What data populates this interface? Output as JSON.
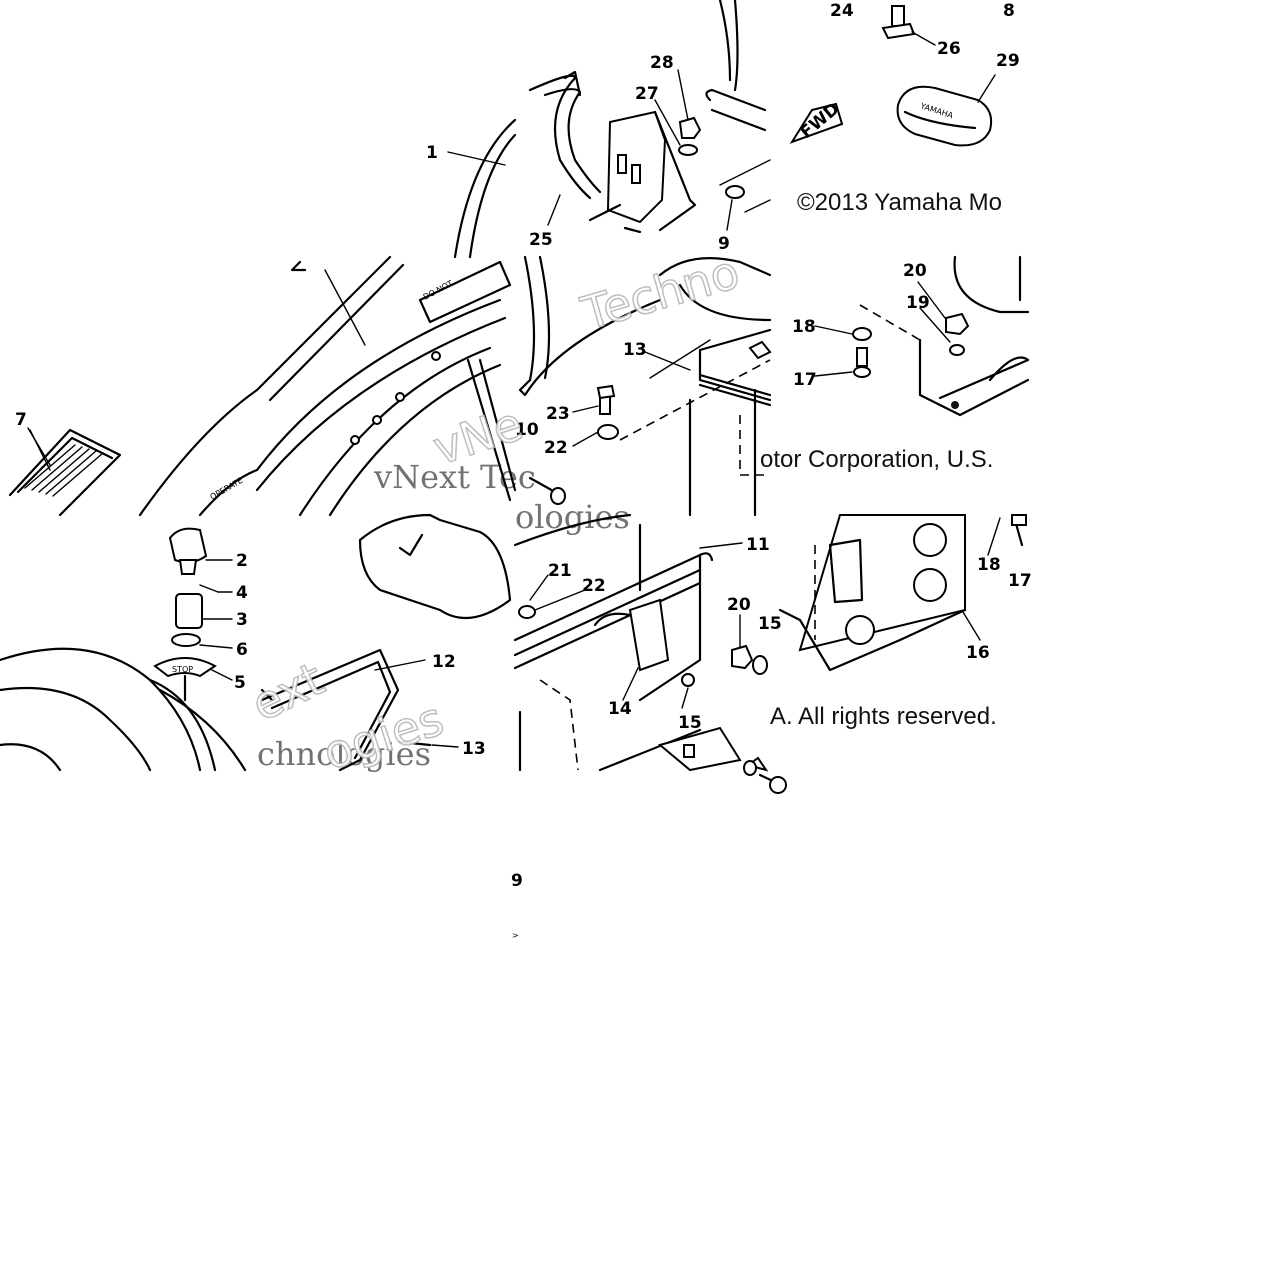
{
  "diagram": {
    "callouts": {
      "c24": "24",
      "c8": "8",
      "c26": "26",
      "c29": "29",
      "c28": "28",
      "c27": "27",
      "c1": "1",
      "c25": "25",
      "c9": "9",
      "c20a": "20",
      "c19a": "19",
      "c18a": "18",
      "c17a": "17",
      "c13a": "13",
      "c23": "23",
      "c22a": "22",
      "c10": "10",
      "c7": "7",
      "c2": "2",
      "c4": "4",
      "c3": "3",
      "c6": "6",
      "c5": "5",
      "c21": "21",
      "c22b": "22",
      "c11": "11",
      "c12": "12",
      "c13b": "13",
      "c14": "14",
      "c15a": "15",
      "c20b": "20",
      "c15b": "15",
      "c18b": "18",
      "c17b": "17",
      "c16": "16"
    },
    "copyright_segments": {
      "part1": "©2013 Yamaha Mo",
      "part2": "otor Corporation, U.S.",
      "part3": "A. All rights reserved."
    },
    "watermark_segments": {
      "w1": "Techno",
      "w2": "vNext Tec",
      "w3": "vNe",
      "w4": "ologies",
      "w5": "ext",
      "w6": "chnologies",
      "w7": "ogies"
    },
    "part_labels": {
      "fwd": "FWD",
      "pad_brand": "YAMAHA",
      "decal_top": "DO NOT",
      "decal_operate": "OPERATE"
    },
    "stray_marks": {
      "m1": "9",
      "m2": ">"
    }
  }
}
